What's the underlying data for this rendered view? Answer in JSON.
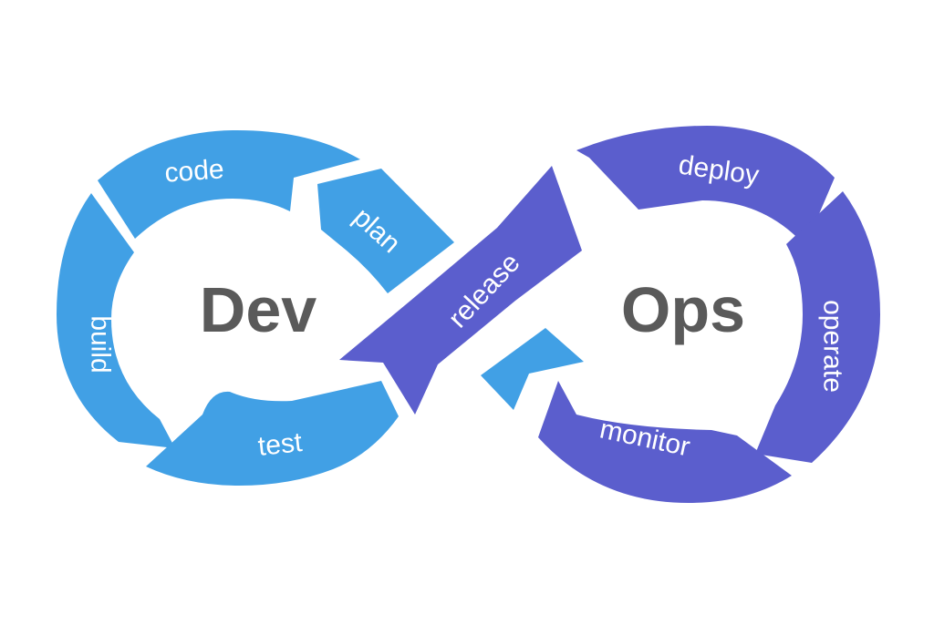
{
  "dev": {
    "label": "Dev",
    "stages": {
      "plan": "plan",
      "code": "code",
      "build": "build",
      "test": "test"
    }
  },
  "ops": {
    "label": "Ops",
    "stages": {
      "release": "release",
      "deploy": "deploy",
      "operate": "operate",
      "monitor": "monitor"
    }
  },
  "colors": {
    "dev": "#41a0e5",
    "ops": "#5b5ecd",
    "core_text": "#5a5a5a",
    "stage_text": "#ffffff"
  }
}
